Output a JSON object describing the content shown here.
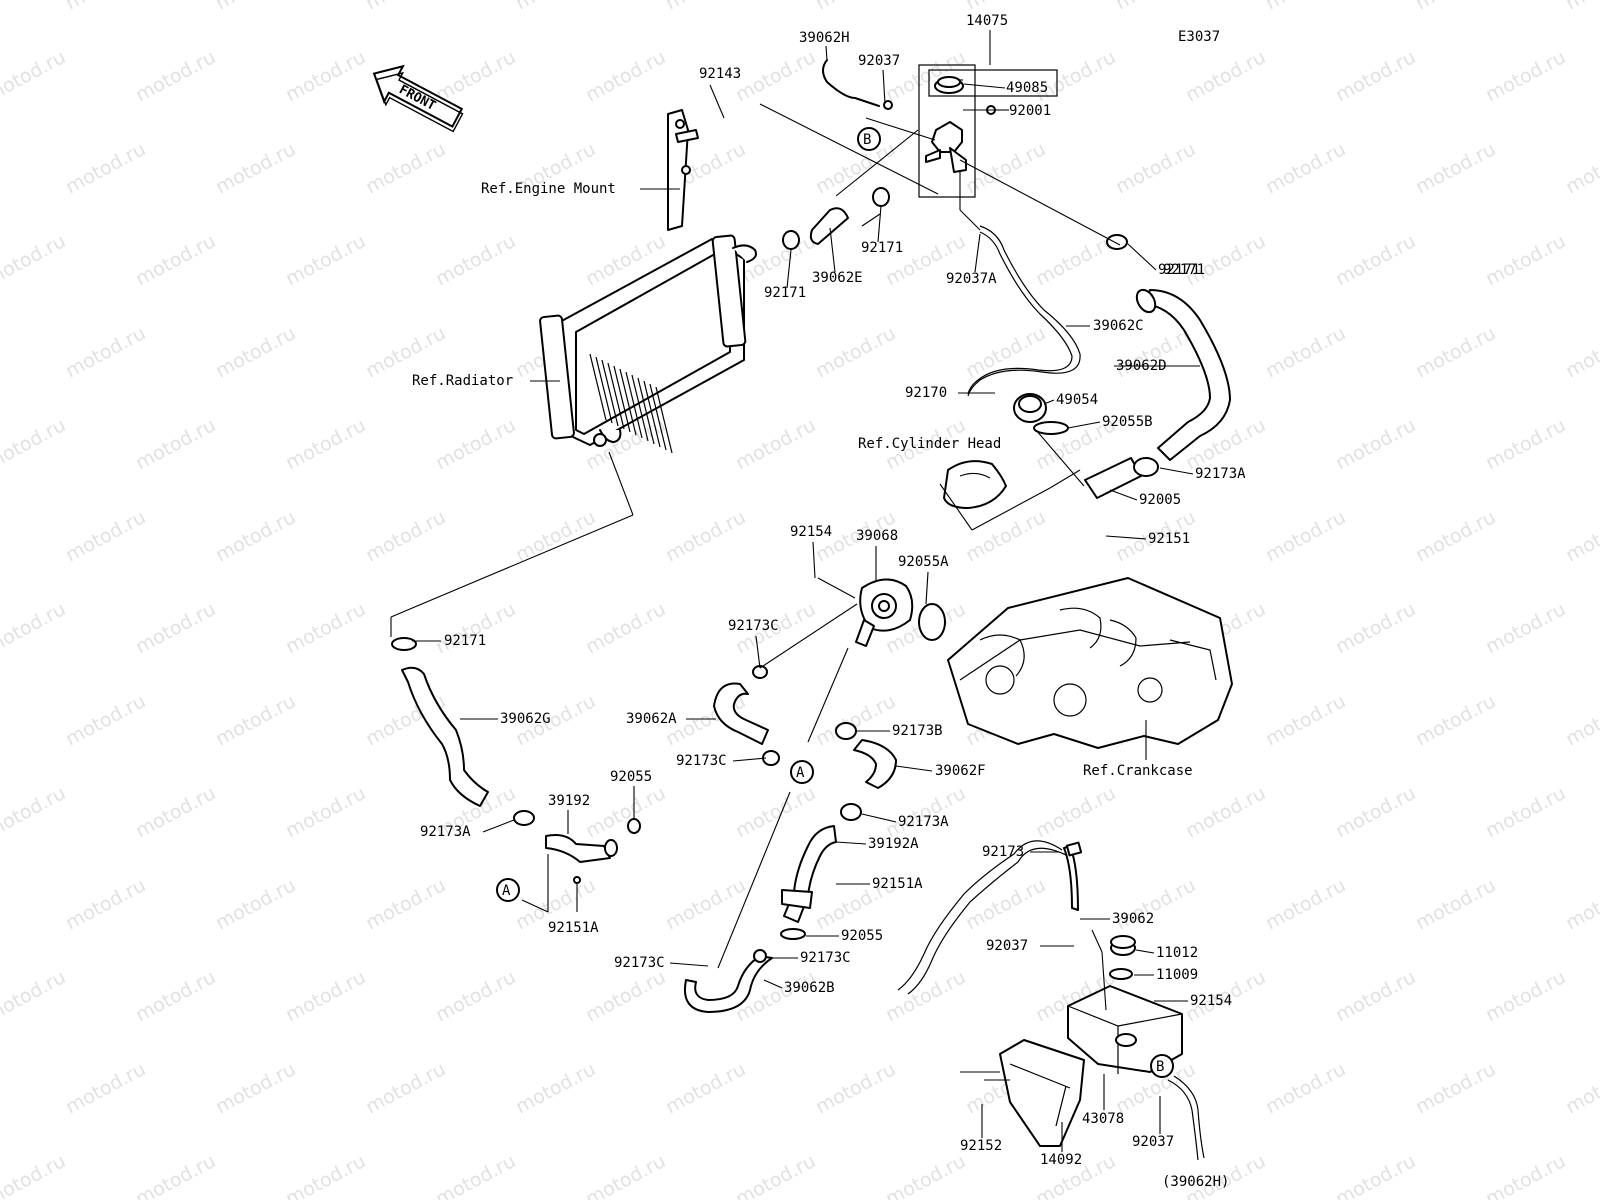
{
  "diagram_code": "E3037",
  "watermark_text": "motod.ru",
  "front_label": "FRONT",
  "refs": {
    "engine_mount": "Ref.Engine Mount",
    "radiator": "Ref.Radiator",
    "cylinder_head": "Ref.Cylinder Head",
    "crankcase": "Ref.Crankcase"
  },
  "callouts": {
    "A": "A",
    "B": "B"
  },
  "labels": [
    {
      "id": "l_39062H",
      "text": "39062H"
    },
    {
      "id": "l_14075",
      "text": "14075"
    },
    {
      "id": "l_92037_top",
      "text": "92037"
    },
    {
      "id": "l_49085",
      "text": "49085"
    },
    {
      "id": "l_92001",
      "text": "92001"
    },
    {
      "id": "l_92143",
      "text": "92143"
    },
    {
      "id": "l_92171_a",
      "text": "92171"
    },
    {
      "id": "l_92171_b",
      "text": "92171"
    },
    {
      "id": "l_39062E",
      "text": "39062E"
    },
    {
      "id": "l_92171_c",
      "text": "92171"
    },
    {
      "id": "l_92037A",
      "text": "92037A"
    },
    {
      "id": "l_92171_d",
      "text": "92171"
    },
    {
      "id": "l_39062C",
      "text": "39062C"
    },
    {
      "id": "l_39062D",
      "text": "39062D"
    },
    {
      "id": "l_92170",
      "text": "92170"
    },
    {
      "id": "l_49054",
      "text": "49054"
    },
    {
      "id": "l_92055B",
      "text": "92055B"
    },
    {
      "id": "l_92173A_top",
      "text": "92173A"
    },
    {
      "id": "l_92005",
      "text": "92005"
    },
    {
      "id": "l_92151",
      "text": "92151"
    },
    {
      "id": "l_92154_mid",
      "text": "92154"
    },
    {
      "id": "l_39068",
      "text": "39068"
    },
    {
      "id": "l_92055A",
      "text": "92055A"
    },
    {
      "id": "l_92171_e",
      "text": "92171"
    },
    {
      "id": "l_92173C_a",
      "text": "92173C"
    },
    {
      "id": "l_39062A",
      "text": "39062A"
    },
    {
      "id": "l_92173B",
      "text": "92173B"
    },
    {
      "id": "l_92173C_b",
      "text": "92173C"
    },
    {
      "id": "l_39062F",
      "text": "39062F"
    },
    {
      "id": "l_39062G",
      "text": "39062G"
    },
    {
      "id": "l_92055_a",
      "text": "92055"
    },
    {
      "id": "l_39192",
      "text": "39192"
    },
    {
      "id": "l_92173A_a",
      "text": "92173A"
    },
    {
      "id": "l_92173A_b",
      "text": "92173A"
    },
    {
      "id": "l_39192A",
      "text": "39192A"
    },
    {
      "id": "l_92151A_a",
      "text": "92151A"
    },
    {
      "id": "l_92151A_b",
      "text": "92151A"
    },
    {
      "id": "l_92055_b",
      "text": "92055"
    },
    {
      "id": "l_92173C_c",
      "text": "92173C"
    },
    {
      "id": "l_92173C_d",
      "text": "92173C"
    },
    {
      "id": "l_39062B",
      "text": "39062B"
    },
    {
      "id": "l_92173",
      "text": "92173"
    },
    {
      "id": "l_39062",
      "text": "39062"
    },
    {
      "id": "l_92037_b",
      "text": "92037"
    },
    {
      "id": "l_11012",
      "text": "11012"
    },
    {
      "id": "l_11009",
      "text": "11009"
    },
    {
      "id": "l_92154_b",
      "text": "92154"
    },
    {
      "id": "l_92152",
      "text": "92152"
    },
    {
      "id": "l_43078",
      "text": "43078"
    },
    {
      "id": "l_92037_c",
      "text": "92037"
    },
    {
      "id": "l_14092",
      "text": "14092"
    },
    {
      "id": "l_39062H_ref",
      "text": "(39062H)"
    }
  ]
}
